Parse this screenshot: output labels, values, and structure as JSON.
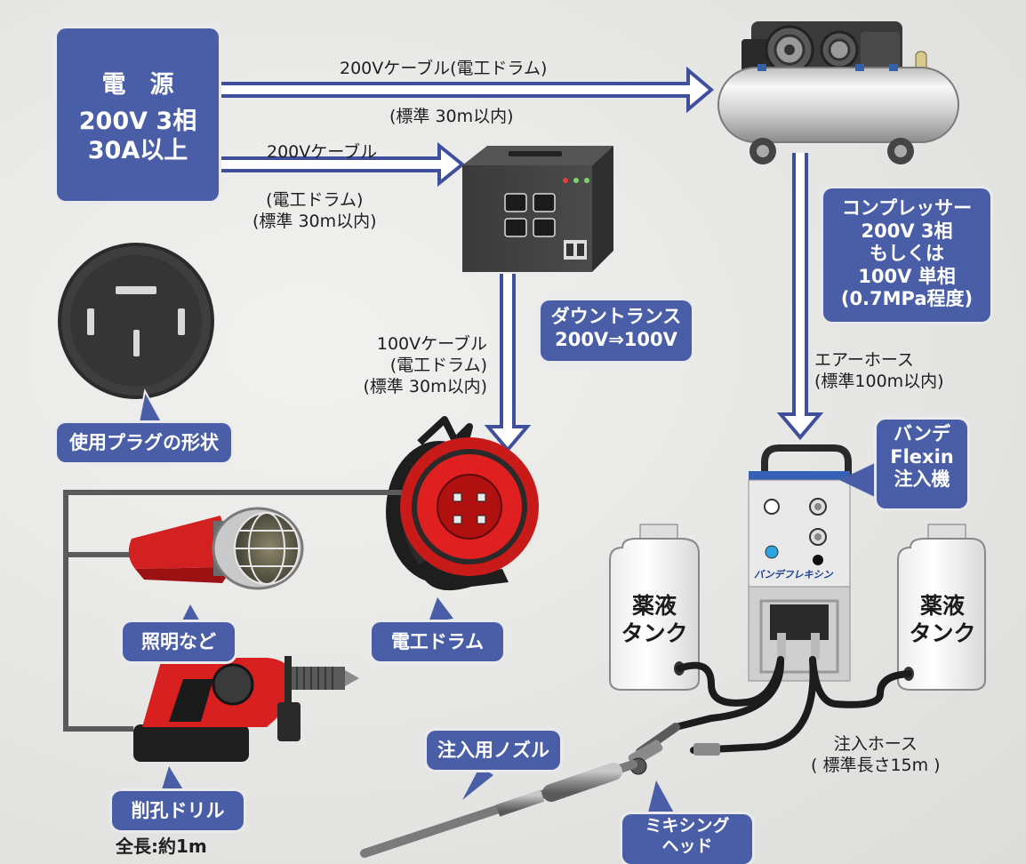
{
  "power": {
    "title": "電　源",
    "line1": "200V 3相",
    "line2": "30A以上"
  },
  "cable_to_compressor": {
    "name": "200Vケーブル(電工ドラム)",
    "length": "(標準 30m以内)"
  },
  "cable_to_transformer": {
    "name": "200Vケーブル",
    "drum": "(電工ドラム)",
    "length": "(標準 30m以内)"
  },
  "compressor": {
    "line1": "コンプレッサー",
    "line2": "200V 3相",
    "line3": "もしくは",
    "line4": "100V 単相",
    "line5": "(0.7MPa程度)"
  },
  "transformer": {
    "line1": "ダウントランス",
    "line2": "200V⇒100V"
  },
  "cable_100v": {
    "name": "100Vケーブル",
    "drum": "(電工ドラム)",
    "length": "(標準 30m以内)"
  },
  "air_hose": {
    "name": "エアーホース",
    "length": "(標準100m以内)"
  },
  "plug": {
    "label": "使用プラグの形状"
  },
  "injector": {
    "line1": "バンデ",
    "line2": "Flexin",
    "line3": "注入機",
    "brand": "バンデフレキシン"
  },
  "drum": {
    "label": "電工ドラム"
  },
  "light": {
    "label": "照明など"
  },
  "drill": {
    "label": "削孔ドリル",
    "length": "全長:約1m"
  },
  "tank_left": {
    "line1": "薬液",
    "line2": "タンク"
  },
  "tank_right": {
    "line1": "薬液",
    "line2": "タンク"
  },
  "nozzle": {
    "label": "注入用ノズル"
  },
  "mixing_head": {
    "line1": "ミキシング",
    "line2": "ヘッド"
  },
  "injection_hose": {
    "name": "注入ホース",
    "length": "( 標準長さ15m )"
  },
  "colors": {
    "label_box": "#4a5ea8",
    "arrow": "#3f4f9c",
    "tool_red": "#d81e1e"
  }
}
